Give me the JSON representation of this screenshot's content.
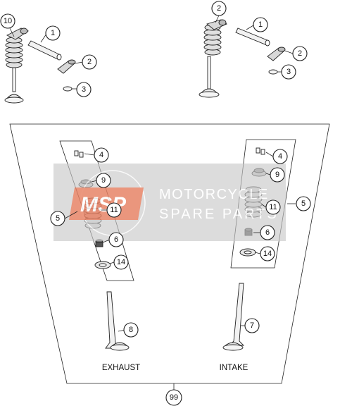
{
  "diagram": {
    "callouts": {
      "c_top_left_10": "10",
      "c_top_left_1": "1",
      "c_top_left_2": "2",
      "c_top_left_3": "3",
      "c_top_right_2": "2",
      "c_top_right_1": "1",
      "c_top_right_2b": "2",
      "c_top_right_3": "3",
      "c_ex_4": "4",
      "c_ex_9": "9",
      "c_ex_5": "5",
      "c_ex_11": "11",
      "c_ex_6": "6",
      "c_ex_14": "14",
      "c_ex_8": "8",
      "c_in_4": "4",
      "c_in_9": "9",
      "c_in_5": "5",
      "c_in_11": "11",
      "c_in_6": "6",
      "c_in_14": "14",
      "c_in_7": "7",
      "c_assembly_99": "99"
    },
    "labels": {
      "exhaust": "EXHAUST",
      "intake": "INTAKE"
    },
    "watermark": {
      "logo": "MSP",
      "line1": "MOTORCYCLE",
      "line2": "SPARE PARTS",
      "color": "#c8c8c8",
      "logo_color": "#e87a5a"
    }
  }
}
